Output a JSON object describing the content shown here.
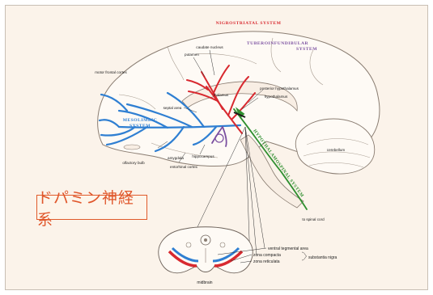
{
  "title_jp": "ドパミン神経系",
  "systems": {
    "nigrostriatal": "NIGROSTRIATAL SYSTEM",
    "tuberoinfundibular_1": "TUBEROINFUNDIBULAR",
    "tuberoinfundibular_2": "SYSTEM",
    "mesolimbic_1": "MESOLIMBIC",
    "mesolimbic_2": "SYSTEM",
    "hypothalamospinal": "HYPOTHALAMOSPINAL SYSTEM"
  },
  "labels": {
    "caudate_nucleus": "caudate nucleus",
    "putamen": "putamen",
    "motor_frontal_cortex": "motor frontal cortex",
    "thalamus": "thalamus",
    "posterior_hypothalamus": "posterior hypothalamus",
    "hypothalamus": "hypothalamus",
    "septal_area": "septal area",
    "cerebellum": "cerebellum",
    "amygdala": "amygdala",
    "hippocampus": "hippocampus",
    "olfactory_bulb": "olfactory bulb",
    "entorhinal_cortex": "entorhinal cortex",
    "to_spinal_cord": "to spinal cord",
    "ventral_tegmental_area": "ventral tegmental area",
    "zona_compacta": "zona compacta",
    "zona_reticulata": "zona reticulata",
    "substantia_nigra": "substantia nigra",
    "midbrain": "midbrain"
  },
  "colors": {
    "background": "#fbf3ea",
    "nigrostriatal": "#d8292f",
    "mesolimbic": "#2f7fd2",
    "tuberoinfundibular": "#7a4fa0",
    "hypothalamospinal": "#2f8f2f",
    "title": "#e0562a"
  }
}
